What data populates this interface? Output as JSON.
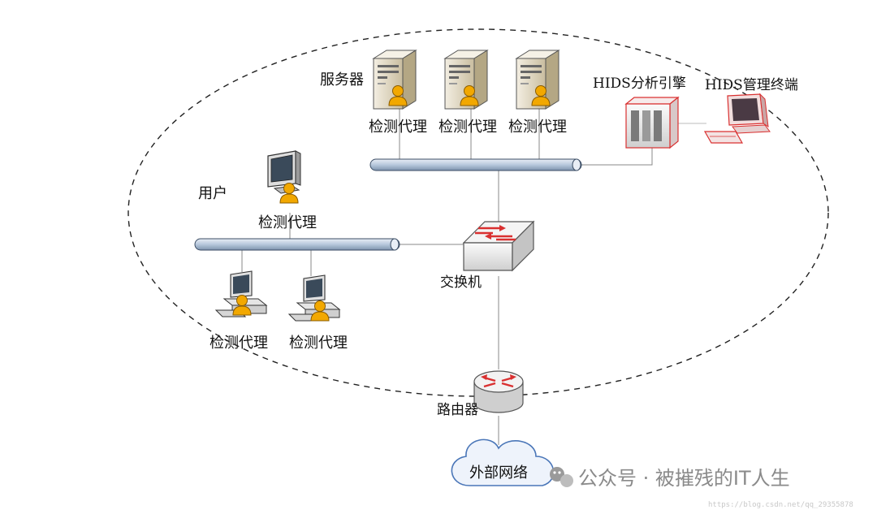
{
  "labels": {
    "servers": "服务器",
    "agent_server_1": "检测代理",
    "agent_server_2": "检测代理",
    "agent_server_3": "检测代理",
    "hids_engine": "HIDS分析引擎",
    "hids_terminal": "HIDS管理终端",
    "users": "用户",
    "agent_user_top": "检测代理",
    "agent_user_left": "检测代理",
    "agent_user_right": "检测代理",
    "switch": "交换机",
    "router": "路由器",
    "internet": "外部网络"
  },
  "watermark": {
    "text": "公众号 · 被摧残的IT人生",
    "url": "https://blog.csdn.net/qq_29355878"
  },
  "colors": {
    "accent_red": "#d93030",
    "user_badge": "#f2a800",
    "server_body": "#e4dccb",
    "bus": "#c8d6e6"
  }
}
